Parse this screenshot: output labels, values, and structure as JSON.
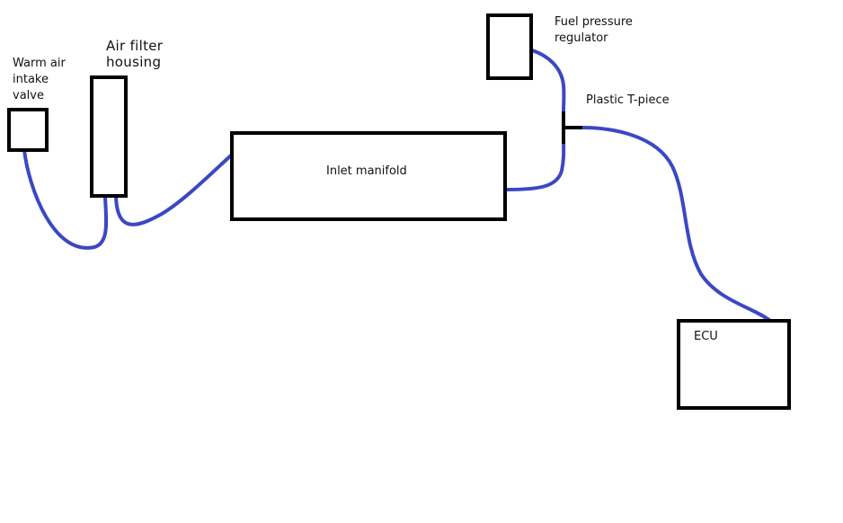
{
  "diagram": {
    "components": {
      "warm_air_intake_valve": {
        "label_lines": [
          "Warm air",
          "intake",
          "valve"
        ]
      },
      "air_filter_housing": {
        "label_lines": [
          "Air filter",
          "housing"
        ]
      },
      "inlet_manifold": {
        "label": "Inlet manifold"
      },
      "fuel_pressure_regulator": {
        "label_lines": [
          "Fuel pressure",
          "regulator"
        ]
      },
      "plastic_t_piece": {
        "label": "Plastic T-piece"
      },
      "ecu": {
        "label": "ECU"
      }
    },
    "colors": {
      "outline": "#000000",
      "hose": "#3b48c4",
      "text": "#111111",
      "background": "#ffffff"
    }
  }
}
